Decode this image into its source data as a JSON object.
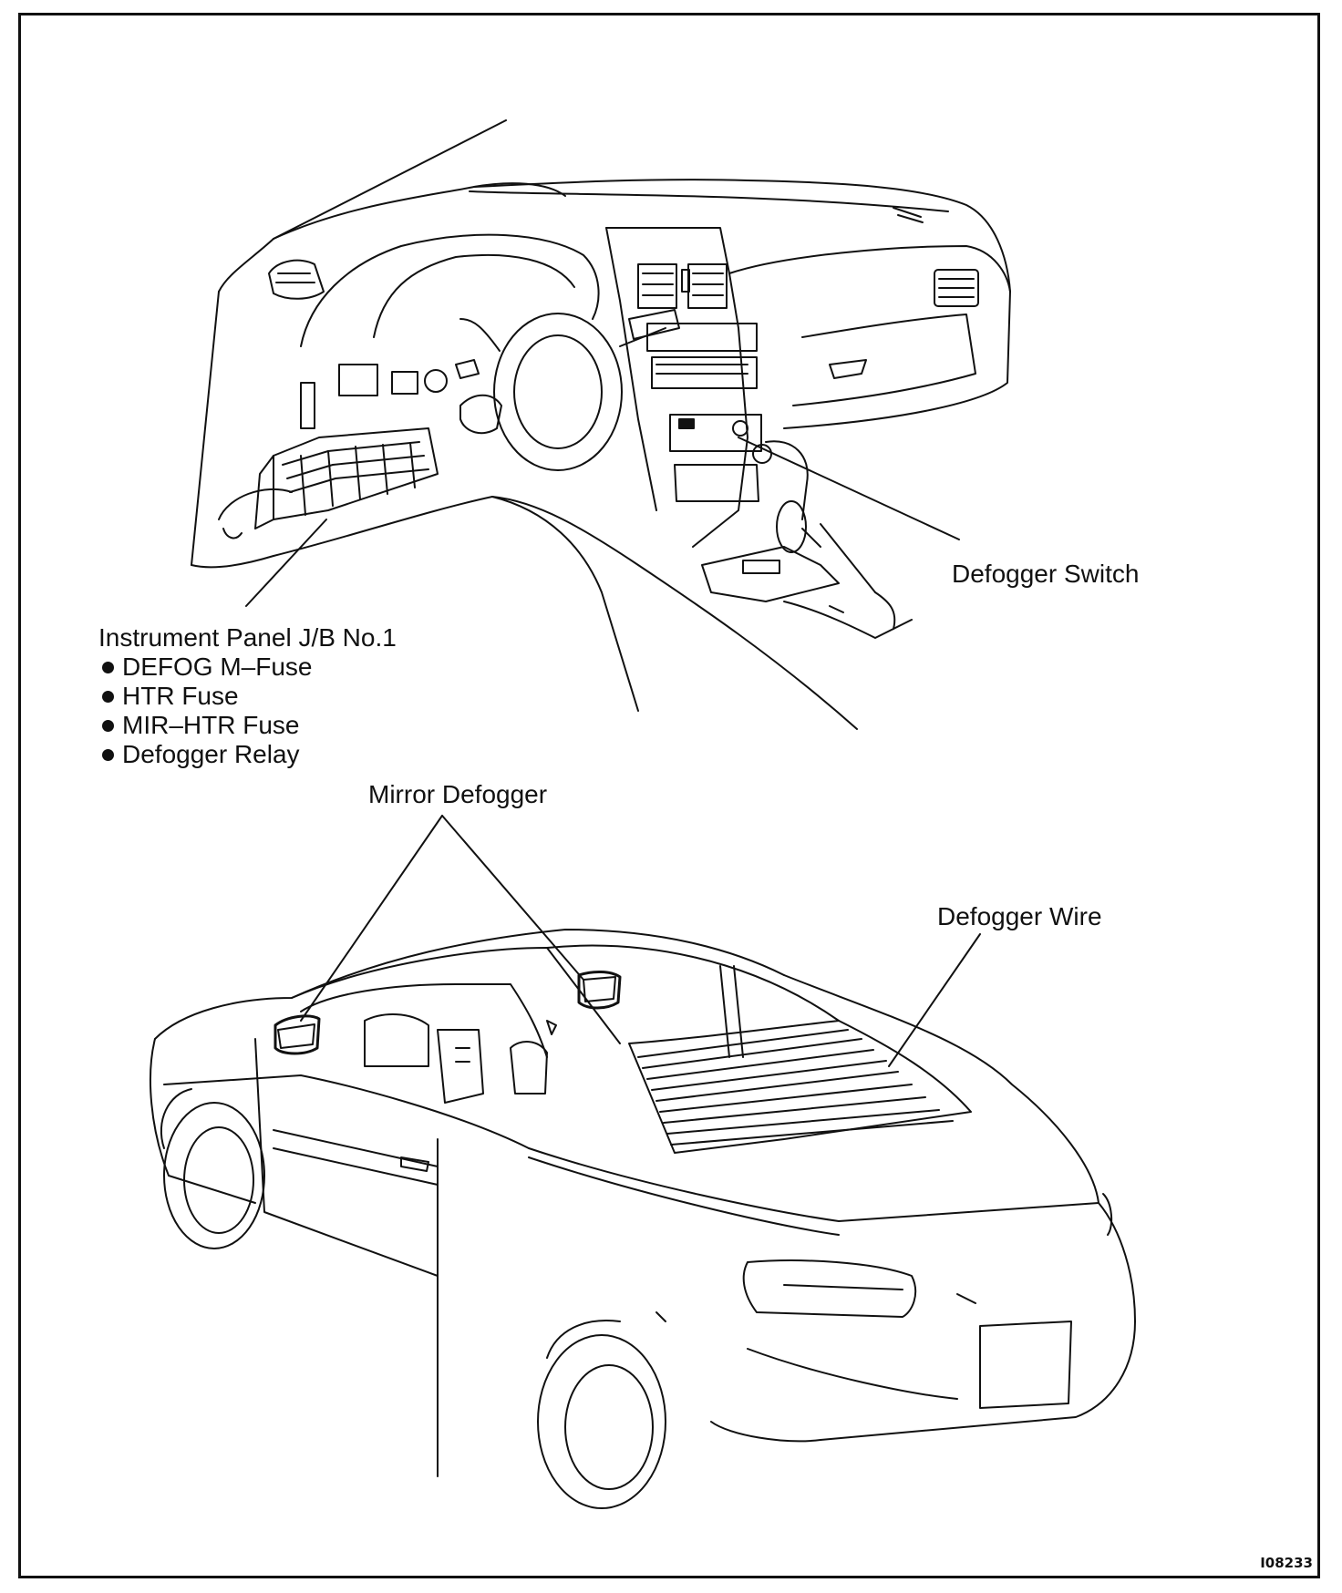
{
  "diagram": {
    "labels": {
      "jb_title": "Instrument Panel J/B No.1",
      "jb_items": [
        "DEFOG M–Fuse",
        "HTR Fuse",
        "MIR–HTR Fuse",
        "Defogger Relay"
      ],
      "defogger_switch": "Defogger Switch",
      "mirror_defogger": "Mirror Defogger",
      "defogger_wire": "Defogger Wire"
    },
    "figure_code": "I08233"
  }
}
